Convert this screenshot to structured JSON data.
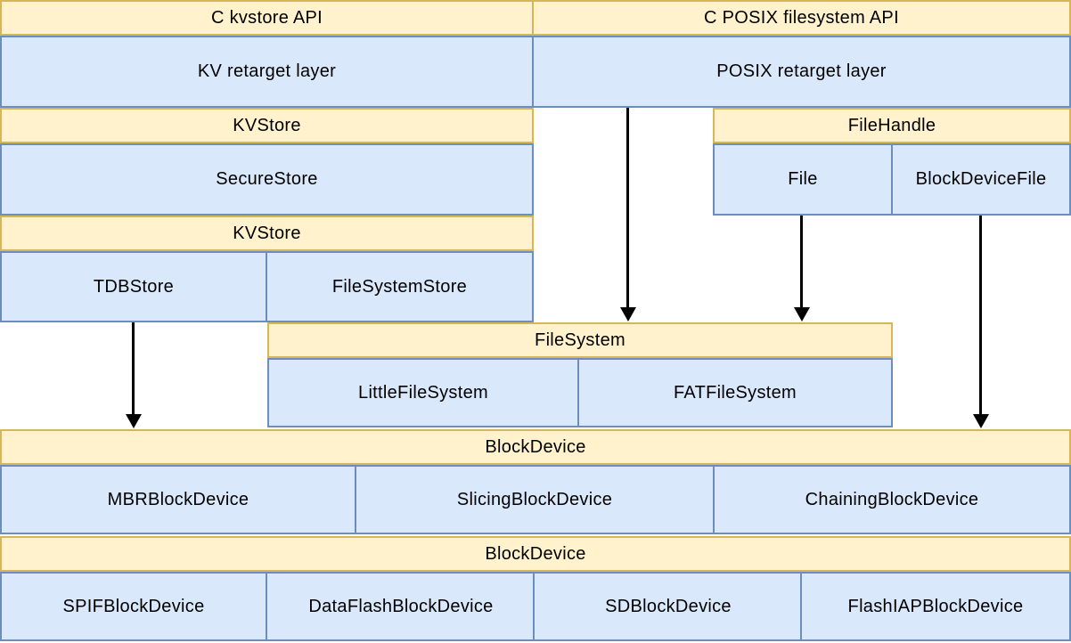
{
  "palette": {
    "yellow_fill": "#FFF2CC",
    "yellow_border": "#D6B656",
    "blue_fill": "#DAE8FC",
    "blue_border": "#6C8EBF",
    "arrow_color": "#000000"
  },
  "boxes": {
    "c_kvstore_api": "C kvstore API",
    "c_posix_api": "C POSIX filesystem API",
    "kv_retarget": "KV retarget layer",
    "posix_retarget": "POSIX retarget layer",
    "kvstore_top": "KVStore",
    "filehandle": "FileHandle",
    "securestore": "SecureStore",
    "file": "File",
    "blockdevicefile": "BlockDeviceFile",
    "kvstore_bottom": "KVStore",
    "tdbstore": "TDBStore",
    "filesystemstore": "FileSystemStore",
    "filesystem": "FileSystem",
    "littlefilesystem": "LittleFileSystem",
    "fatfilesystem": "FATFileSystem",
    "blockdevice_upper": "BlockDevice",
    "mbrblockdevice": "MBRBlockDevice",
    "slicingblockdevice": "SlicingBlockDevice",
    "chainingblockdevice": "ChainingBlockDevice",
    "blockdevice_lower": "BlockDevice",
    "spifblockdevice": "SPIFBlockDevice",
    "dataflashblockdevice": "DataFlashBlockDevice",
    "sdblockdevice": "SDBlockDevice",
    "flashiapblockdevice": "FlashIAPBlockDevice"
  },
  "arrows": [
    {
      "from": "POSIX retarget layer",
      "to": "FileSystem"
    },
    {
      "from": "File",
      "to": "FileSystem"
    },
    {
      "from": "BlockDeviceFile",
      "to": "BlockDevice"
    },
    {
      "from": "TDBStore",
      "to": "BlockDevice"
    }
  ]
}
